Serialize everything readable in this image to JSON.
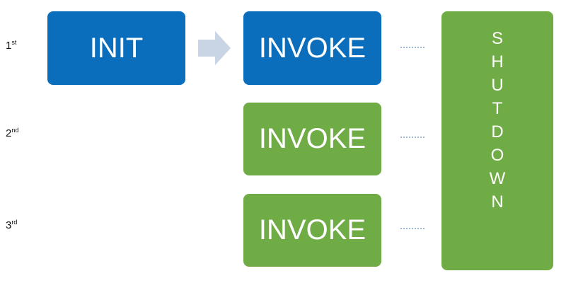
{
  "colors": {
    "blue": "#0a6ebd",
    "green": "#6fac46",
    "arrow": "#c9d4e4",
    "dots": "#9fb6d4"
  },
  "rows": [
    {
      "number": "1",
      "suffix": "st"
    },
    {
      "number": "2",
      "suffix": "nd"
    },
    {
      "number": "3",
      "suffix": "rd"
    }
  ],
  "init": {
    "label": "INIT"
  },
  "invokes": [
    {
      "label": "INVOKE"
    },
    {
      "label": "INVOKE"
    },
    {
      "label": "INVOKE"
    }
  ],
  "shutdown": {
    "letters": [
      "S",
      "H",
      "U",
      "T",
      "D",
      "O",
      "W",
      "N"
    ]
  },
  "icons": {
    "arrow": "right-arrow-icon",
    "connector": "dotted-connector"
  }
}
